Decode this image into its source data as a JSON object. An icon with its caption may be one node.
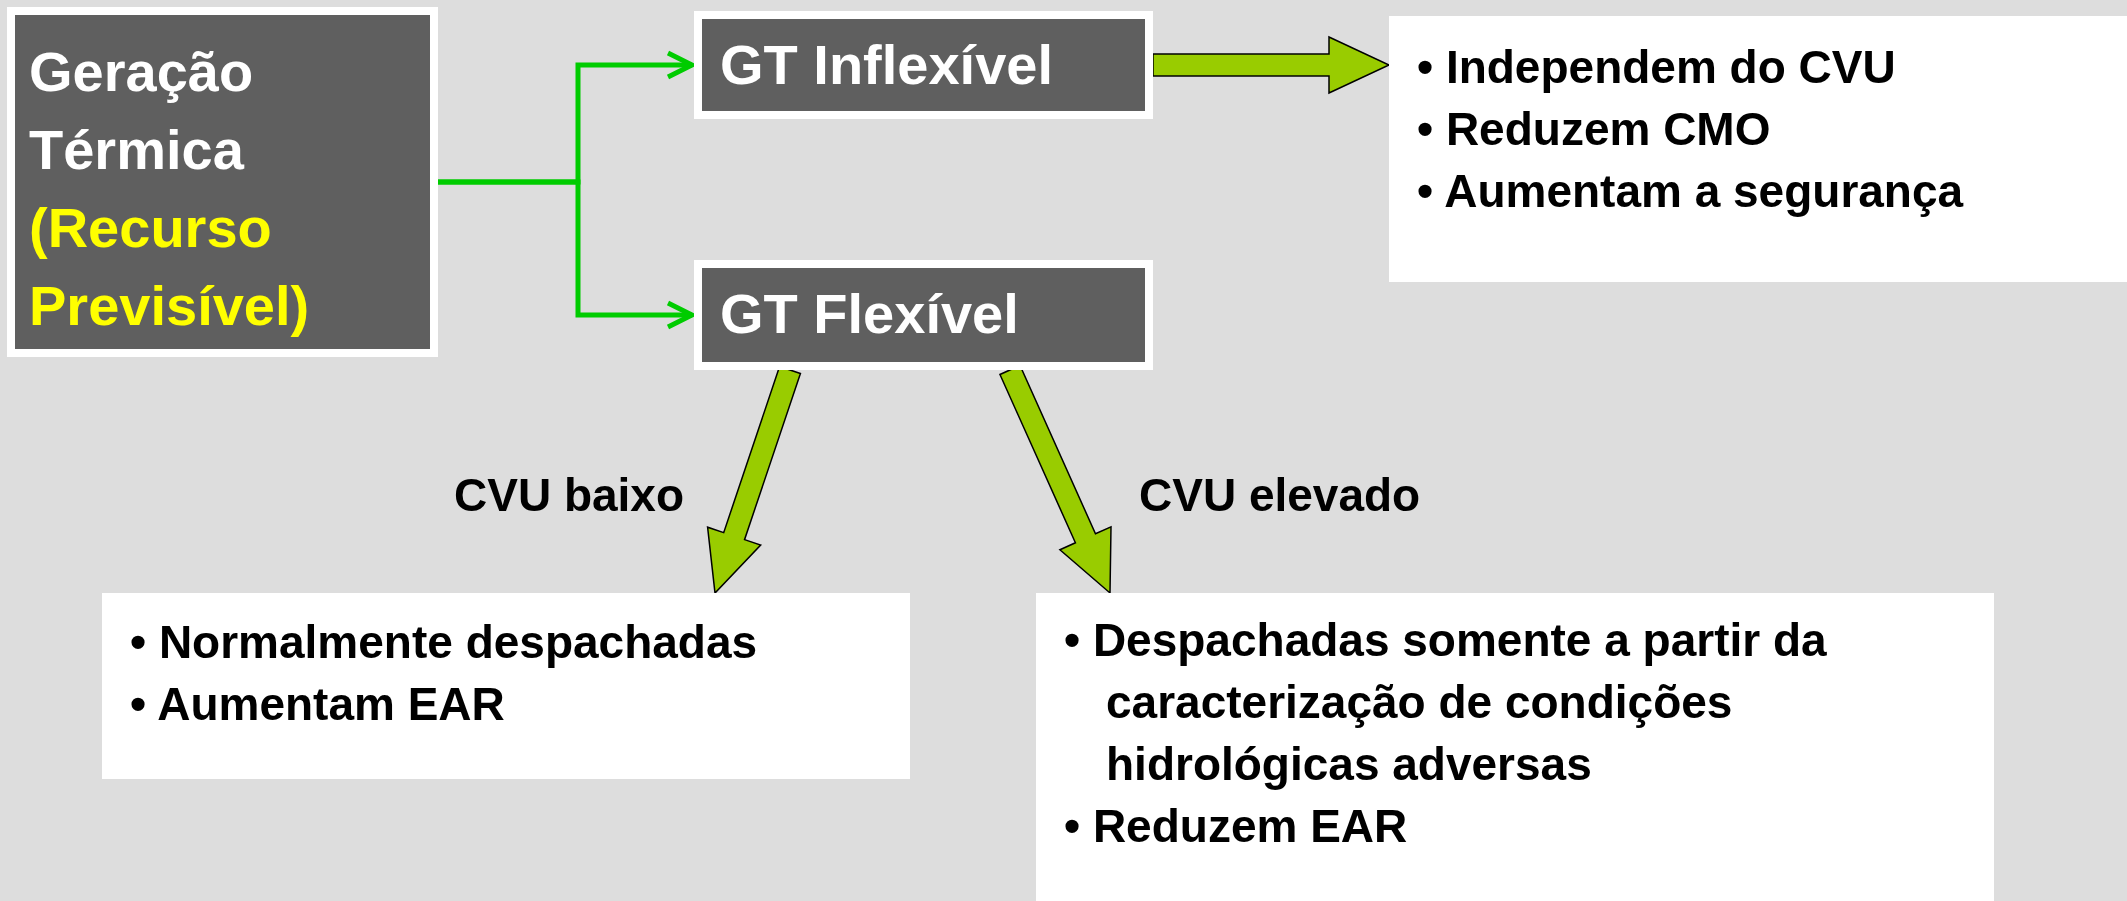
{
  "diagram": {
    "nodes": [
      {
        "text": [
          "Geração Térmica",
          "(Recurso Previsível)"
        ]
      },
      {
        "text": [
          "GT Inflexível"
        ]
      },
      {
        "text": [
          "GT Flexível"
        ]
      },
      {
        "text": [
          "• Independem do CVU",
          "• Reduzem CMO",
          "• Aumentam a segurança"
        ]
      },
      {
        "text": [
          "• Normalmente despachadas",
          "• Aumentam EAR"
        ]
      },
      {
        "text": [
          "• Despachadas somente a partir da caracterização de condições hidrológicas adversas",
          "• Reduzem EAR"
        ]
      }
    ],
    "edges": [
      {
        "from": 0,
        "to": 1,
        "arrow": "to",
        "color": "#00cc00"
      },
      {
        "from": 0,
        "to": 2,
        "arrow": "to",
        "color": "#00cc00"
      },
      {
        "from": 1,
        "to": 3,
        "arrow": "to",
        "style": "thick"
      },
      {
        "from": 2,
        "to": 4,
        "arrow": "to",
        "style": "thick",
        "label": "CVU baixo"
      },
      {
        "from": 2,
        "to": 5,
        "arrow": "to",
        "style": "thick",
        "label": "CVU elevado"
      }
    ]
  }
}
